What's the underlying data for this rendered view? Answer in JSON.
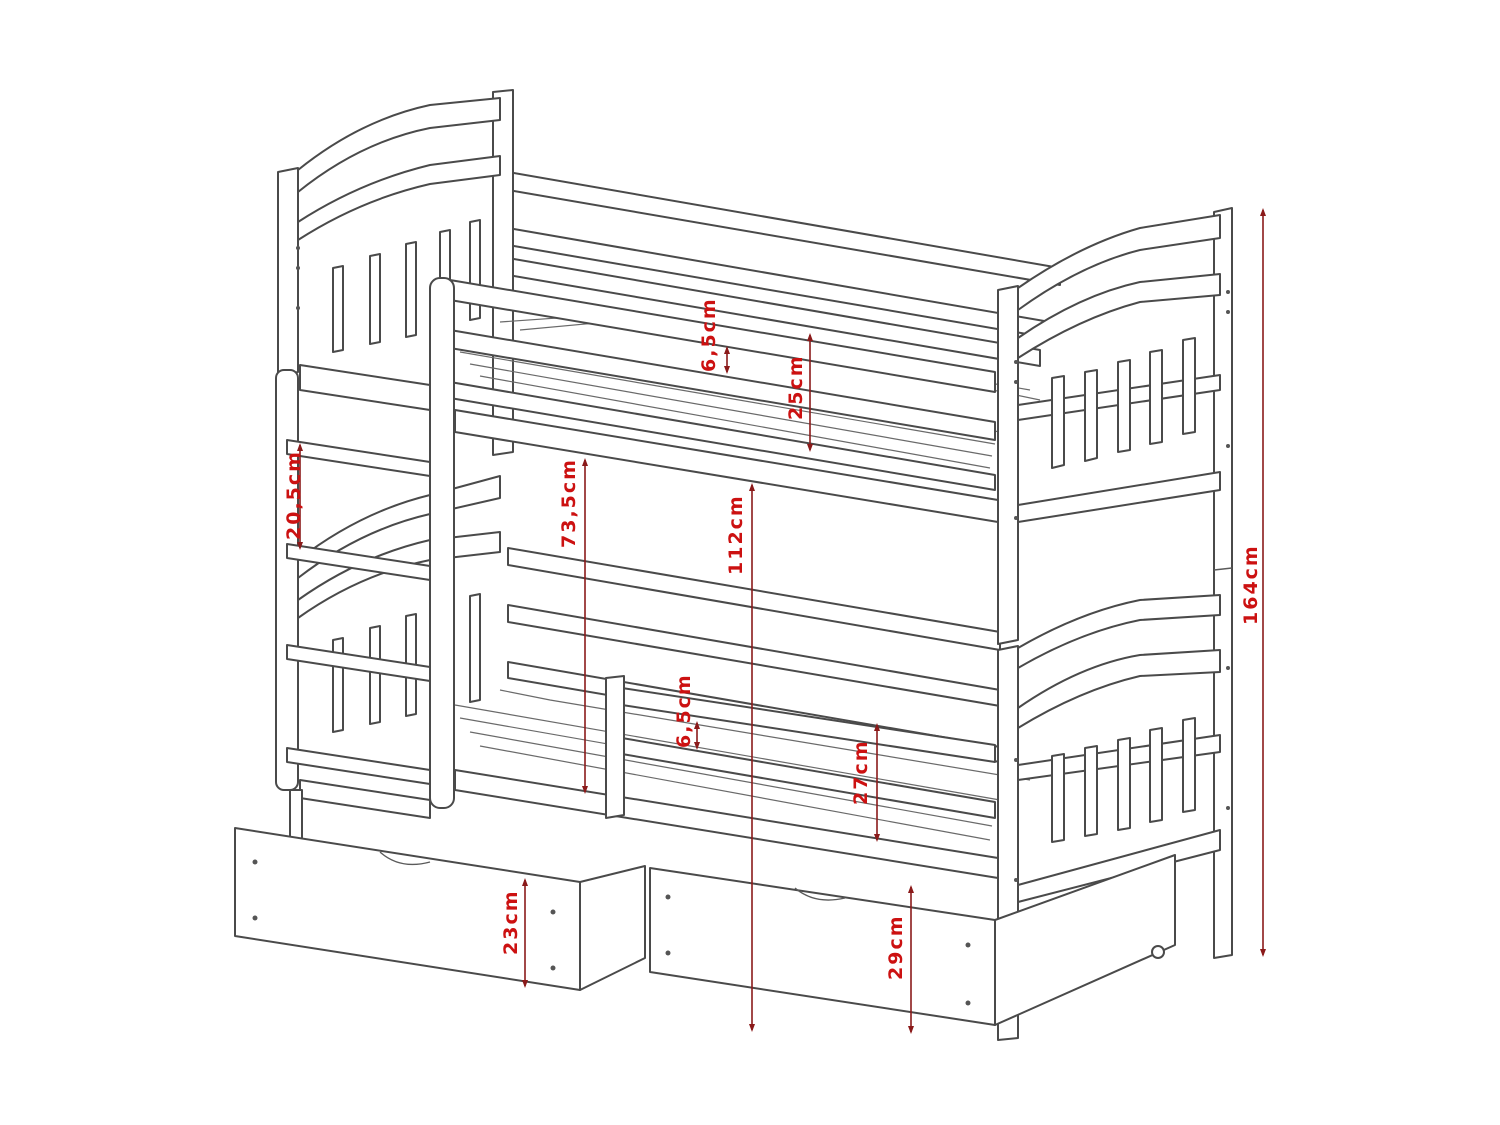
{
  "colors": {
    "outline": "#4a4a4a",
    "dimension": "#8b1a1a",
    "dimension_text": "#cc1111",
    "background": "#ffffff"
  },
  "dimensions": {
    "top_mattress_gap": "6,5cm",
    "top_rail_height": "25cm",
    "ladder_step": "20,5cm",
    "bottom_bed_clearance": "73,5cm",
    "top_bed_height": "112cm",
    "bottom_mattress_gap": "6,5cm",
    "bottom_rail_height": "27cm",
    "total_height": "164cm",
    "left_drawer_height": "23cm",
    "right_drawer_height": "29cm"
  }
}
